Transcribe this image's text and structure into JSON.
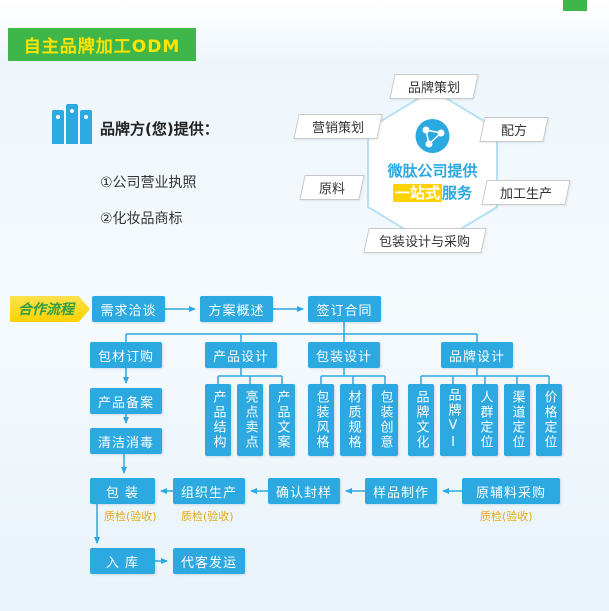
{
  "banner": {
    "title": "自主品牌加工ODM"
  },
  "provide": {
    "heading": "品牌方(您)提供：",
    "item1": "①公司营业执照",
    "item2": "②化妆品商标"
  },
  "onestop": {
    "title_line1": "微肽公司提供",
    "highlight": "一站式",
    "suffix": "服务",
    "labels": {
      "top": "品牌策划",
      "left_top": "营销策划",
      "right_top": "配方",
      "left": "原料",
      "right": "加工生产",
      "bottom": "包装设计与采购"
    }
  },
  "flow": {
    "ribbon": "合作流程",
    "step_demand": "需求洽谈",
    "step_plan": "方案概述",
    "step_contract": "签订合同",
    "step_packaging_order": "包材订购",
    "step_product_design": "产品设计",
    "step_package_design": "包装设计",
    "step_brand_design": "品牌设计",
    "sub_product": [
      "产品结构",
      "亮点卖点",
      "产品文案"
    ],
    "sub_package": [
      "包装风格",
      "材质规格",
      "包装创意"
    ],
    "sub_brand": [
      "品牌文化",
      "品牌VI",
      "人群定位",
      "渠道定位",
      "价格定位"
    ],
    "step_record": "产品备案",
    "step_clean": "清洁消毒",
    "step_pack": "包 装",
    "step_produce": "组织生产",
    "step_seal": "确认封样",
    "step_sample": "样品制作",
    "step_materials": "原辅料采购",
    "qc_label": "质检(验收)",
    "step_warehouse": "入 库",
    "step_ship": "代客发运"
  },
  "colors": {
    "accent_blue": "#2ba9e0",
    "brand_green": "#3eb649",
    "banner_text_yellow": "#ffe400",
    "highlight_yellow": "#ffd200",
    "qc_orange": "#e7a715"
  }
}
